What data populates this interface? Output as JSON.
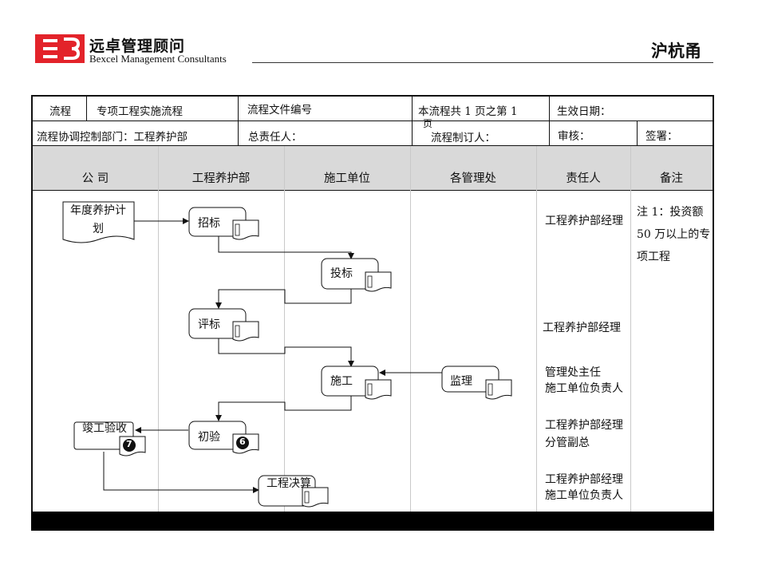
{
  "header": {
    "brand_cn": "远卓管理顾问",
    "brand_en": "Bexcel Management Consultants",
    "region": "沪杭甬",
    "brand_color": "#e3232a"
  },
  "form": {
    "label_flow": "流程",
    "flow_name": "专项工程实施流程",
    "label_doc_no": "流程文件编号",
    "page_info_a": "本流程共  1 页之第  1",
    "page_info_b": "页",
    "label_effective": "生效日期：",
    "dept": "流程协调控制部门：工程养护部",
    "label_owner": "总责任人：",
    "label_author": "流程制订人：",
    "label_review": "审核：",
    "label_sign": "签署："
  },
  "lanes": [
    "公  司",
    "工程养护部",
    "施工单位",
    "各管理处",
    "责任人",
    "备注"
  ],
  "nodes": {
    "plan": "年度养护计划",
    "bid_invite": "招标",
    "bid_submit": "投标",
    "bid_eval": "评标",
    "construct": "施工",
    "supervise": "监理",
    "prelim": "初验",
    "final": "竣工验收",
    "settle": "工程决算",
    "badge_prelim": "6",
    "badge_final": "7"
  },
  "responsible": {
    "r1": "工程养护部经理",
    "r2": "工程养护部经理",
    "r3a": "管理处主任",
    "r3b": "施工单位负责人",
    "r4a": "工程养护部经理",
    "r4b": "分管副总",
    "r5a": "工程养护部经理",
    "r5b": "施工单位负责人"
  },
  "notes": {
    "n1a": "注 1：投资额",
    "n1b": "50 万以上的专",
    "n1c": "项工程"
  }
}
